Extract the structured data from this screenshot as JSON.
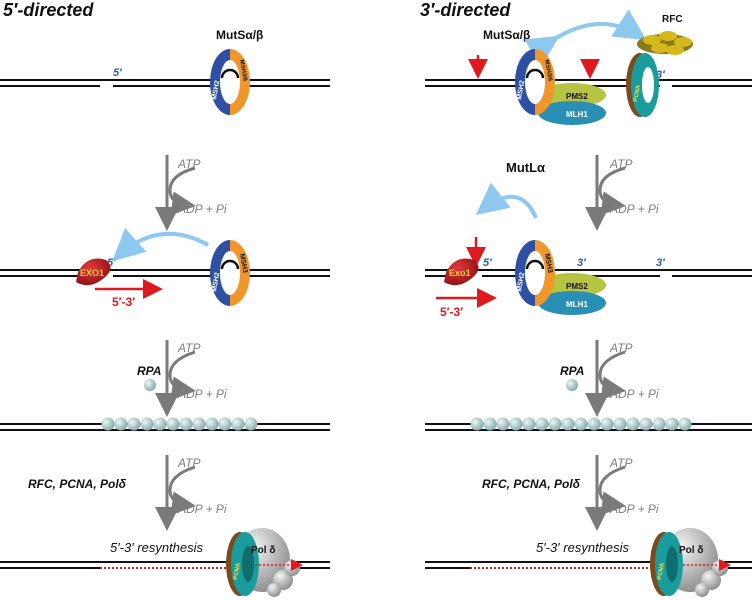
{
  "titles": {
    "left": "5′-directed",
    "right": "3′-directed"
  },
  "proteins": {
    "mutS": "MutSα/β",
    "mutL": "MutLα",
    "rfc": "RFC",
    "msh2": "MSH2",
    "msh36": "MSH3/6",
    "msh3": "MSH3",
    "pms2": "PMS2",
    "mlh1": "MLH1",
    "pcna": "PCNA",
    "exo1_left": "EXO1",
    "exo1_right": "Exo1",
    "pol": "Pol δ"
  },
  "ends": {
    "five": "5′",
    "three": "3′"
  },
  "steps": {
    "atp": "ATP",
    "adp": "ADP + Pi",
    "rpa": "RPA",
    "factors": "RFC, PCNA, Polδ"
  },
  "labels": {
    "exo_direction": "5′-3′",
    "resynthesis": "5′-3′ resynthesis"
  },
  "colors": {
    "dna": "#111111",
    "msh2": "#2f4fa3",
    "msh3": "#f0962a",
    "pcna": "#1a9c9c",
    "pms2": "#b7c441",
    "mlh1": "#2a8fb5",
    "exo1": "#c8141e",
    "rfc": "#d4b81c",
    "arrow_red": "#e0191f",
    "arrow_blue": "#8fc8ef",
    "arrow_gray": "#7a7a7a",
    "text_gray": "#7f7f7f",
    "end_blue": "#2a5db0",
    "rpa": "#9fc7c5"
  }
}
